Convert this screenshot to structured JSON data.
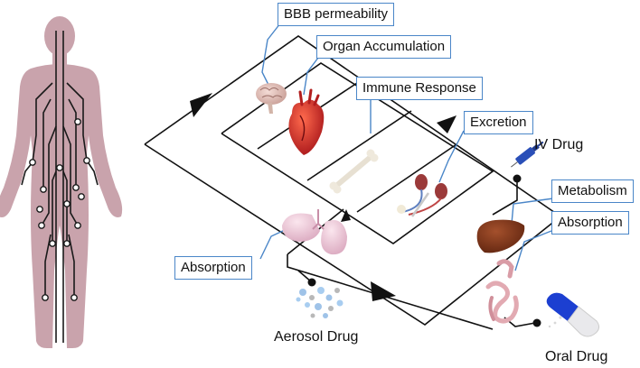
{
  "callouts": {
    "bbb": "BBB permeability",
    "organ": "Organ Accumulation",
    "immune": "Immune Response",
    "excretion": "Excretion",
    "metabolism": "Metabolism",
    "absorption_oral": "Absorption",
    "absorption_aerosol": "Absorption"
  },
  "drugs": {
    "iv": "IV Drug",
    "aerosol": "Aerosol Drug",
    "oral": "Oral Drug"
  },
  "colors": {
    "callout_border": "#4a86c8",
    "body_silhouette": "#c9a3ac",
    "circuit": "#1a1a1a"
  },
  "icons": [
    "human-body-circuit-icon",
    "brain-icon",
    "heart-icon",
    "bone-icon",
    "kidney-icon",
    "liver-icon",
    "intestine-icon",
    "lung-icon",
    "syringe-icon",
    "pill-capsule-icon",
    "aerosol-particles-icon"
  ]
}
